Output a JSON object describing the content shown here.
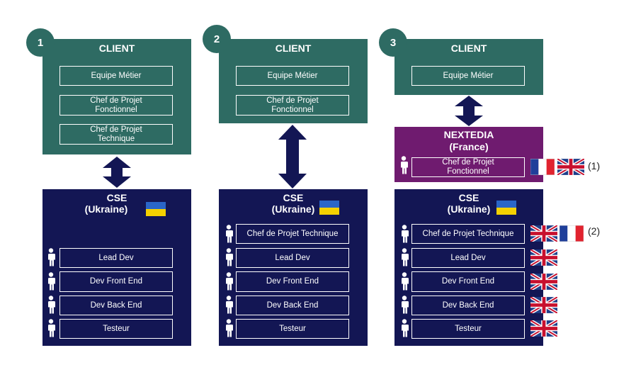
{
  "steps": [
    "1",
    "2",
    "3"
  ],
  "client": {
    "title": "CLIENT",
    "equipe_metier": "Equipe Métier",
    "chef_fonctionnel": "Chef de Projet\nFonctionnel",
    "chef_technique": "Chef de Projet\nTechnique"
  },
  "cse": {
    "title": "CSE",
    "subtitle": "(Ukraine)",
    "chef_technique": "Chef de Projet Technique",
    "lead_dev": "Lead Dev",
    "dev_front": "Dev Front End",
    "dev_back": "Dev Back End",
    "testeur": "Testeur"
  },
  "nextedia": {
    "title": "NEXTEDIA",
    "subtitle": "(France)",
    "chef_fonctionnel": "Chef de Projet\nFonctionnel"
  },
  "notes": {
    "n1": "(1)",
    "n2": "(2)"
  },
  "colors": {
    "client": "#2e6b63",
    "cse": "#131654",
    "nextedia": "#6f1b6f"
  },
  "icons": [
    "person-icon",
    "ukraine-flag-icon",
    "france-flag-icon",
    "uk-flag-icon",
    "double-arrow-icon"
  ]
}
